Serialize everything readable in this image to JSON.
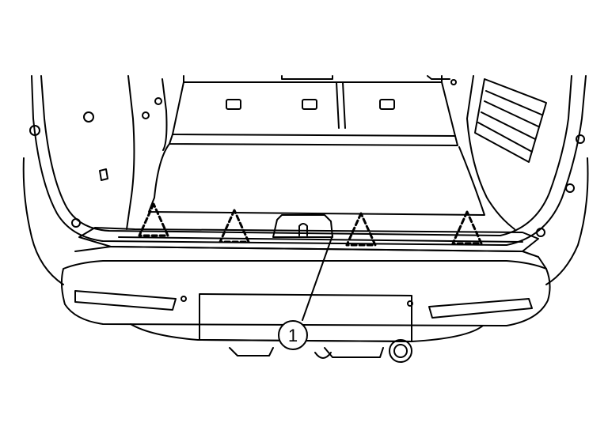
{
  "callouts": [
    {
      "label": "1"
    }
  ],
  "markers": {
    "count": 4,
    "symbol": "dashed-triangle",
    "style": "dashed"
  },
  "colors": {
    "line": "#000000",
    "background": "#ffffff"
  }
}
